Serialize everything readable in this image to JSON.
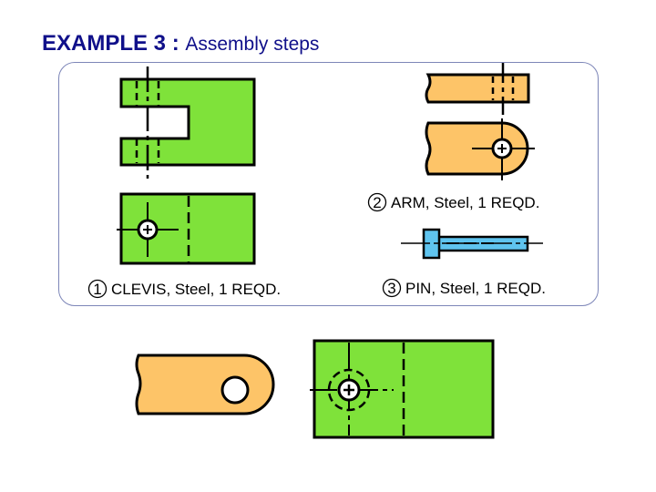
{
  "title": {
    "main": "EXAMPLE 3 :",
    "sub": "Assembly steps"
  },
  "parts": [
    {
      "number": "1",
      "label": "CLEVIS, Steel, 1 REQD."
    },
    {
      "number": "2",
      "label": "ARM, Steel, 1 REQD."
    },
    {
      "number": "3",
      "label": "PIN, Steel, 1 REQD."
    }
  ],
  "colors": {
    "clevis": "#7fe23a",
    "arm": "#fdc468",
    "pin": "#5fc4ef",
    "title": "#10108a",
    "frame": "#7d86b8"
  }
}
